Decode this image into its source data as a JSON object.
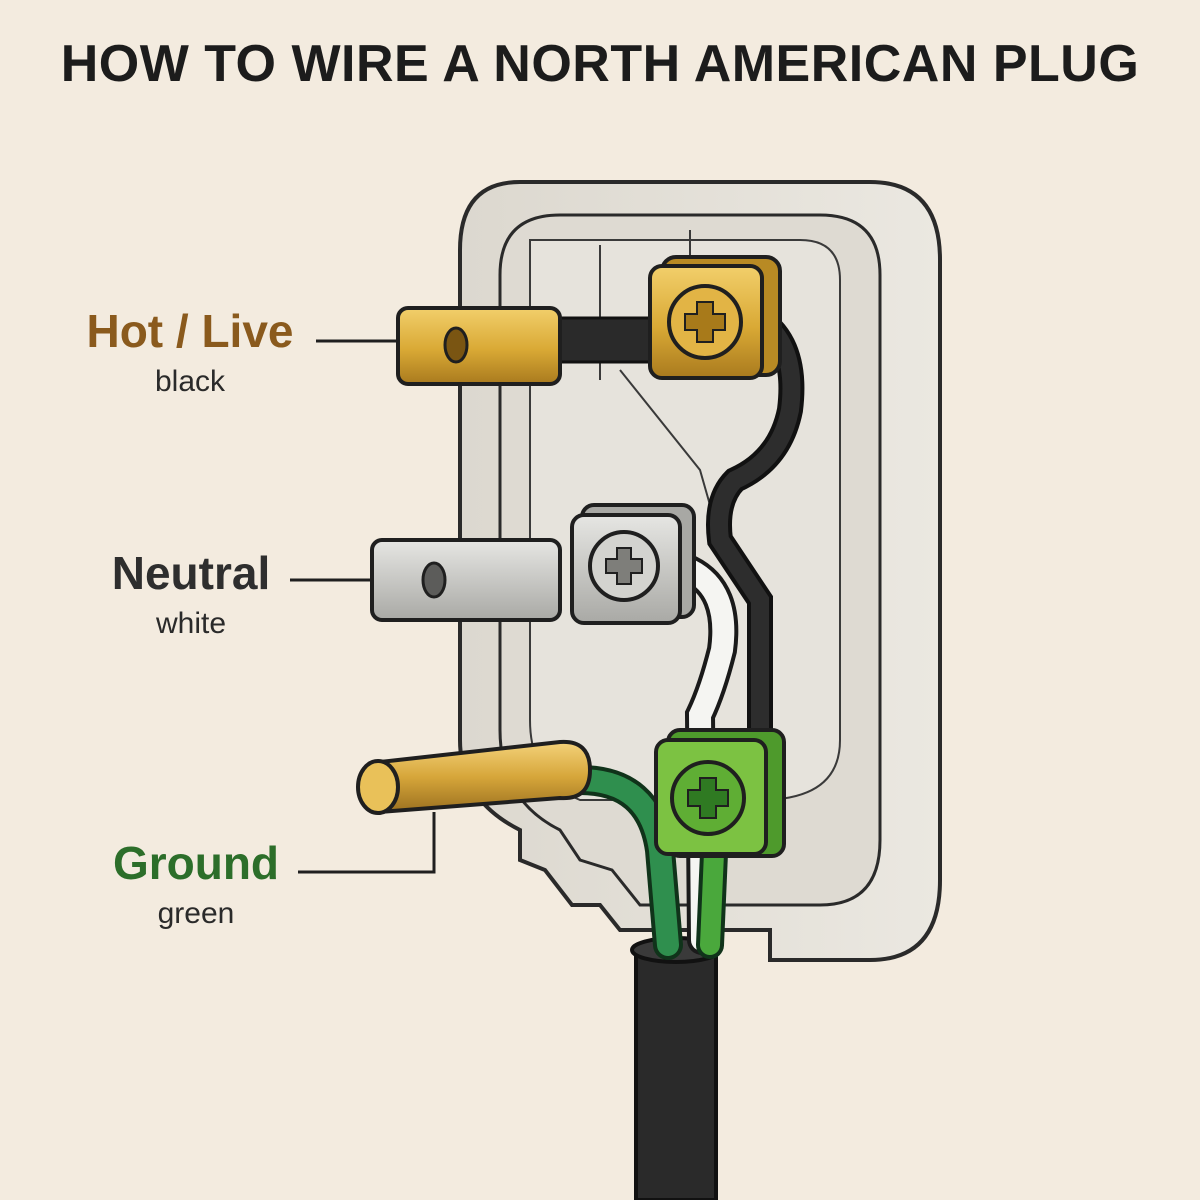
{
  "title": "HOW TO WIRE A NORTH AMERICAN PLUG",
  "labels": {
    "hot": {
      "name": "Hot / Live",
      "wire_color": "black"
    },
    "neutral": {
      "name": "Neutral",
      "wire_color": "white"
    },
    "ground": {
      "name": "Ground",
      "wire_color": "green"
    }
  },
  "colors": {
    "background": "#f3ebdf",
    "hot_label": "#8a5a1d",
    "neutral_label": "#2e2e2e",
    "ground_label": "#2c6e2a",
    "brass": "#d9a935",
    "silver": "#c9c9c6",
    "green_terminal": "#7cc242",
    "plug_body": "#e4e0d8"
  },
  "icons": [
    "brass-screw-icon",
    "silver-screw-icon",
    "green-screw-icon"
  ]
}
